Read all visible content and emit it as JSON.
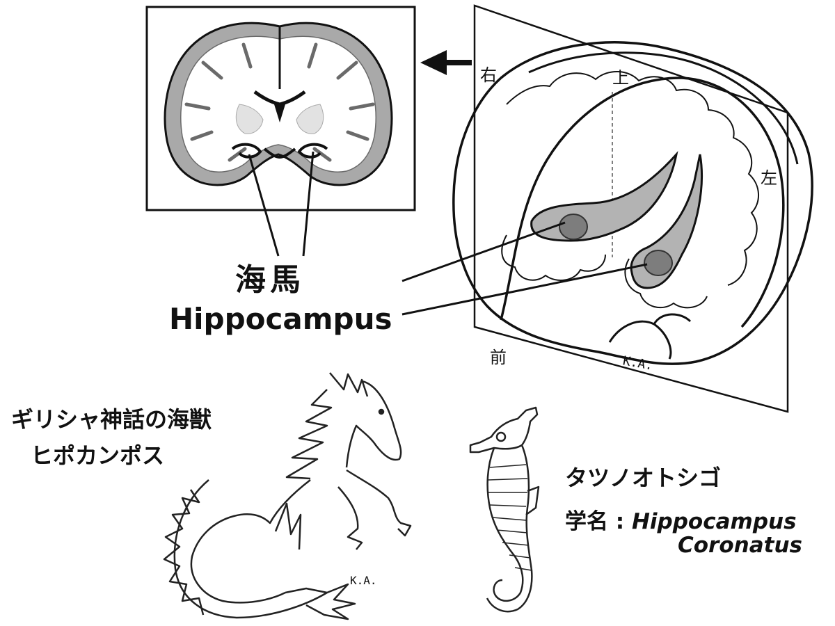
{
  "colors": {
    "ink": "#111111",
    "gray_matter": "#a9a9a9",
    "hippocampus_fill": "#b3b3b3",
    "hippocampus_head": "#7d7d7d",
    "background": "#ffffff"
  },
  "brain_3d": {
    "directions": {
      "right": "右",
      "top": "上",
      "left": "左",
      "front": "前"
    },
    "signature": "K.A."
  },
  "callout": {
    "title_jp": "海馬",
    "title_en": "Hippocampus"
  },
  "myth": {
    "line1": "ギリシャ神話の海獣",
    "line2": "ヒポカンポス",
    "signature": "K.A."
  },
  "seahorse": {
    "name": "タツノオトシゴ",
    "sci_label": "学名 : ",
    "sci_genus": "Hippocampus",
    "sci_species": "Coronatus"
  },
  "icons": {
    "arrow": "arrow-left-icon",
    "coronal_slice": "brain-coronal-slice-icon",
    "brain_3d": "brain-3d-icon",
    "sea_monster": "hippocampus-sea-monster-icon",
    "seahorse": "seahorse-icon"
  }
}
